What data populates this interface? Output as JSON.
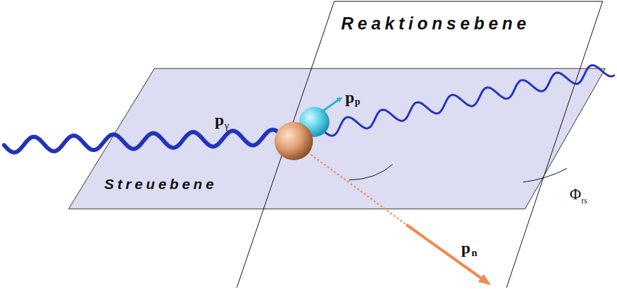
{
  "diagram": {
    "labels": [
      "Reaktionsebene",
      "Streuebene",
      "p",
      "γ",
      "p",
      "p",
      "p",
      "n",
      "Φ",
      "rs"
    ]
  }
}
